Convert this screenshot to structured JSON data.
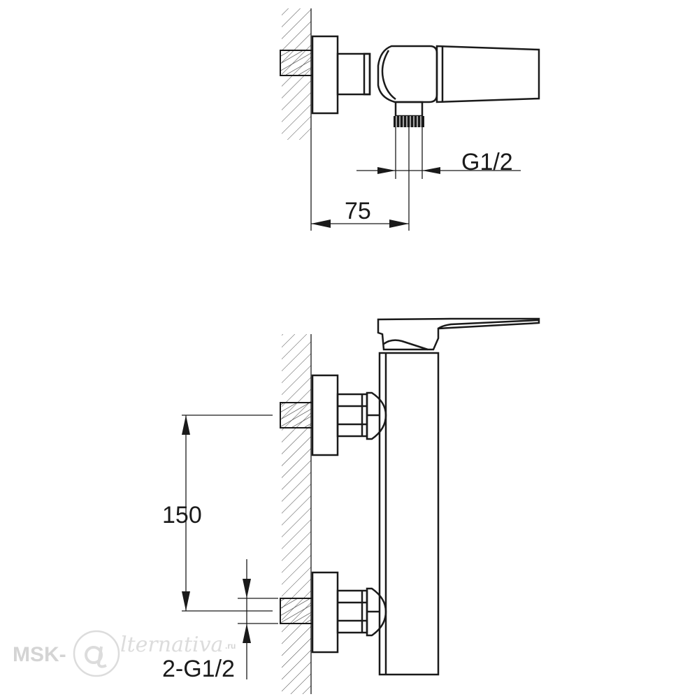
{
  "dimensions": {
    "outlet_thread": "G1/2",
    "outlet_offset": "75",
    "inlet_spacing": "150",
    "inlet_thread": "2-G1/2"
  },
  "watermark": {
    "prefix": "MSK-",
    "script": "lternativa",
    "suffix": ".ru"
  }
}
